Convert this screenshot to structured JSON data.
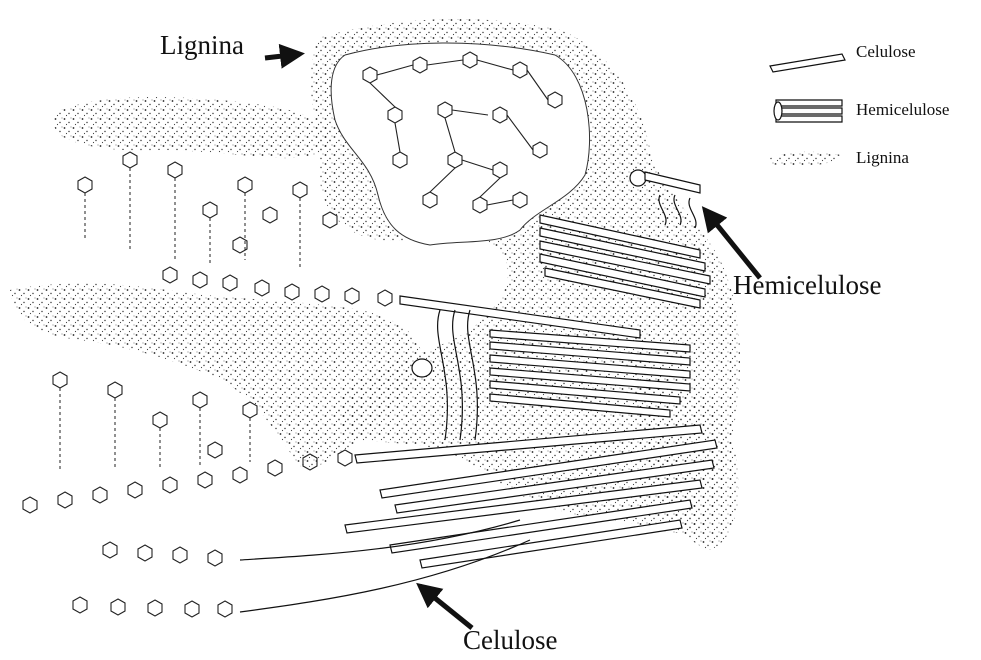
{
  "labels": {
    "lignina": "Lignina",
    "hemicelulose": "Hemicelulose",
    "celulose": "Celulose"
  },
  "legend": {
    "items": [
      {
        "label": "Celulose",
        "icon": "single-fibril-icon"
      },
      {
        "label": "Hemicelulose",
        "icon": "fibril-bundle-icon"
      },
      {
        "label": "Lignina",
        "icon": "stipple-icon"
      }
    ]
  },
  "colors": {
    "ink": "#111111",
    "background": "#ffffff"
  }
}
